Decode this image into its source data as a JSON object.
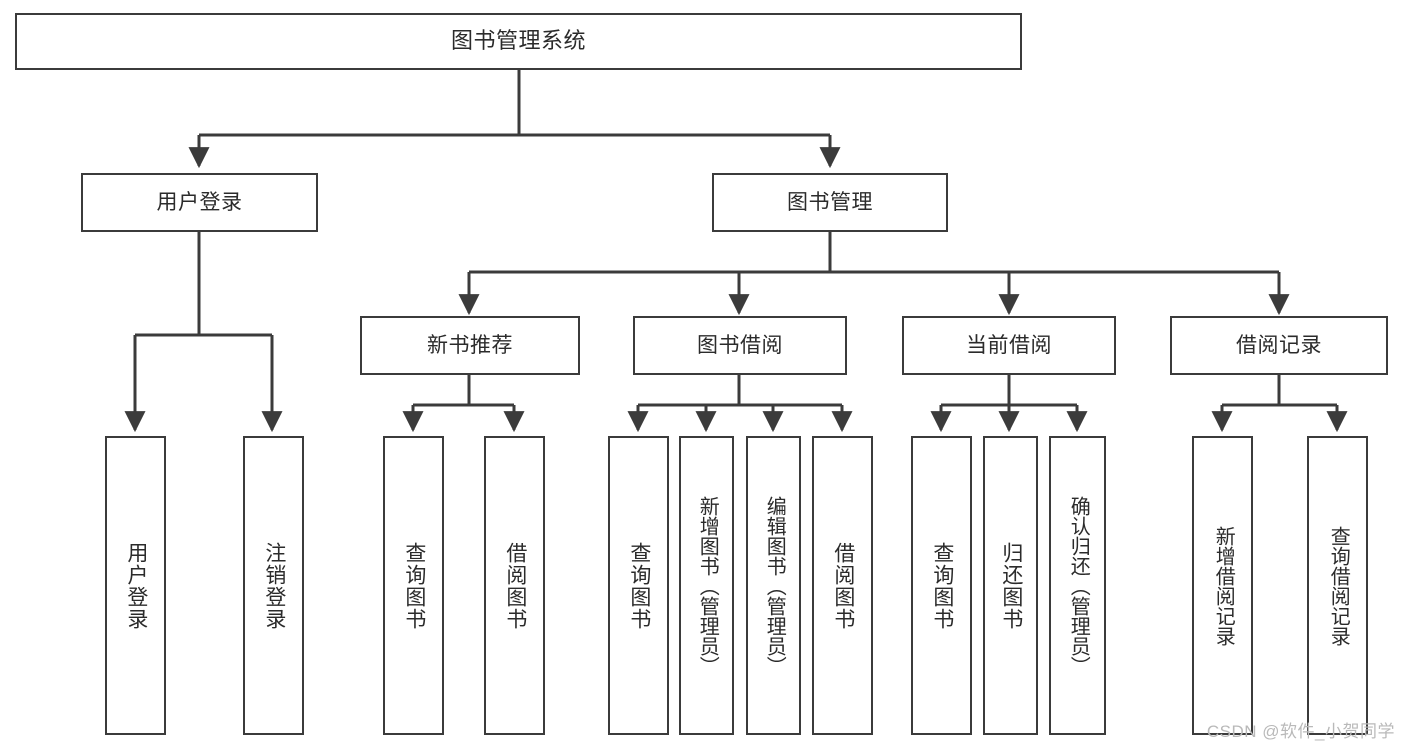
{
  "diagram": {
    "type": "tree-hierarchy-chart",
    "title": "图书管理系统",
    "stroke_color": "#3b3b3b",
    "background_color": "#ffffff",
    "text_color": "#2b2b2b",
    "nodes": {
      "root": {
        "label": "图书管理系统"
      },
      "level2": [
        {
          "id": "user-login",
          "label": "用户登录"
        },
        {
          "id": "book-manage",
          "label": "图书管理"
        }
      ],
      "level3": [
        {
          "id": "new-book-recommend",
          "label": "新书推荐"
        },
        {
          "id": "book-borrow",
          "label": "图书借阅"
        },
        {
          "id": "current-borrow",
          "label": "当前借阅"
        },
        {
          "id": "borrow-record",
          "label": "借阅记录"
        }
      ],
      "leaves": {
        "user_login": [
          {
            "id": "leaf-user-login",
            "label": "用户登录"
          },
          {
            "id": "leaf-logout",
            "label": "注销登录"
          }
        ],
        "new_book_recommend": [
          {
            "id": "leaf-query-book-1",
            "label": "查询图书"
          },
          {
            "id": "leaf-borrow-book-1",
            "label": "借阅图书"
          }
        ],
        "book_borrow": [
          {
            "id": "leaf-query-book-2",
            "label": "查询图书"
          },
          {
            "id": "leaf-add-book",
            "label": "新增图书（管理员）"
          },
          {
            "id": "leaf-edit-book",
            "label": "编辑图书（管理员）"
          },
          {
            "id": "leaf-borrow-book-2",
            "label": "借阅图书"
          }
        ],
        "current_borrow": [
          {
            "id": "leaf-query-book-3",
            "label": "查询图书"
          },
          {
            "id": "leaf-return-book",
            "label": "归还图书"
          },
          {
            "id": "leaf-confirm-return",
            "label": "确认归还（管理员）"
          }
        ],
        "borrow_record": [
          {
            "id": "leaf-add-record",
            "label": "新增借阅记录"
          },
          {
            "id": "leaf-query-record",
            "label": "查询借阅记录"
          }
        ]
      }
    }
  },
  "watermark": {
    "text": "CSDN @软件_小贺同学"
  }
}
